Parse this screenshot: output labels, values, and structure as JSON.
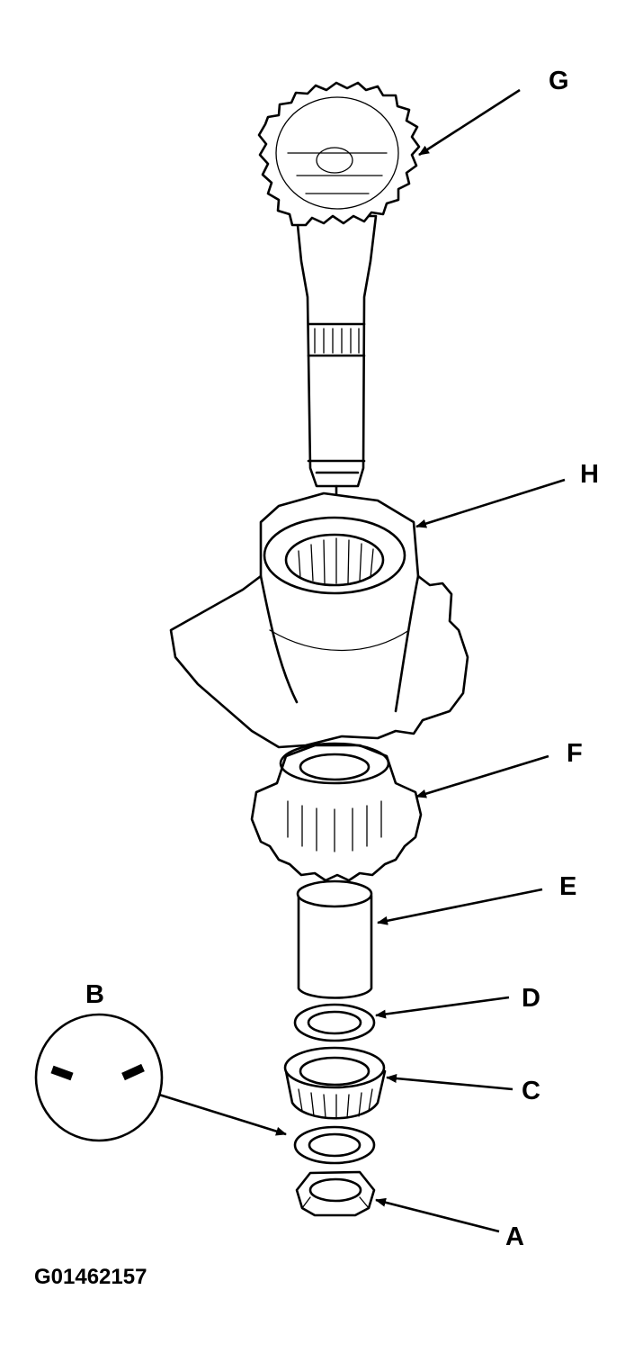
{
  "figure_id": "G01462157",
  "callouts": [
    {
      "key": "G",
      "label": "G"
    },
    {
      "key": "H",
      "label": "H"
    },
    {
      "key": "F",
      "label": "F"
    },
    {
      "key": "E",
      "label": "E"
    },
    {
      "key": "B",
      "label": "B"
    },
    {
      "key": "D",
      "label": "D"
    },
    {
      "key": "C",
      "label": "C"
    },
    {
      "key": "A",
      "label": "A"
    }
  ],
  "colors": {
    "ink": "#000000",
    "paper": "#ffffff"
  }
}
